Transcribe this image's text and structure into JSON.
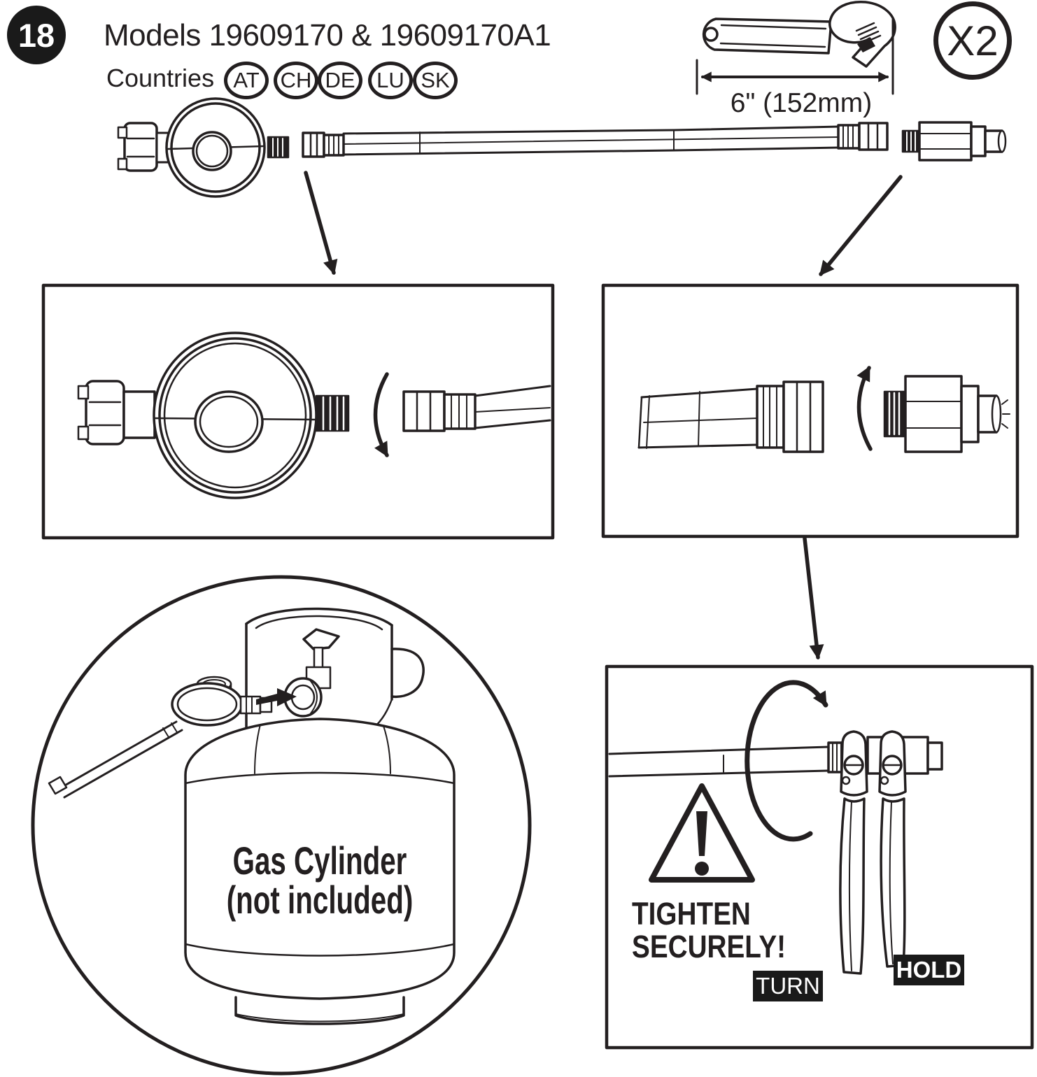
{
  "page": {
    "background": "#ffffff",
    "ink": "#231f20"
  },
  "step_badge": {
    "number": "18"
  },
  "header": {
    "models_title": "Models 19609170 & 19609170A1",
    "countries_label": "Countries",
    "countries": [
      "AT",
      "CH",
      "DE",
      "LU",
      "SK"
    ]
  },
  "tools": {
    "wrench_icon": "adjustable-wrench",
    "wrench_size_label": "6\" (152mm)",
    "wrench_quantity_label": "X2"
  },
  "illustrations": {
    "main_assembly": "regulator-hose-adapter-exploded",
    "detail_left": "hose-nut-to-regulator-outlet",
    "detail_right": "adapter-to-hose-end",
    "cylinder_callout": "regulator-connecting-to-gas-cylinder-valve",
    "tighten_callout": "two-wrenches-on-hose-fitting"
  },
  "callouts": {
    "gas_cylinder_line1": "Gas Cylinder",
    "gas_cylinder_line2": "(not included)"
  },
  "warning_box": {
    "warning_icon": "exclamation-triangle",
    "line1": "TIGHTEN",
    "line2": "SECURELY!",
    "turn_label": "TURN",
    "hold_label": "HOLD"
  }
}
